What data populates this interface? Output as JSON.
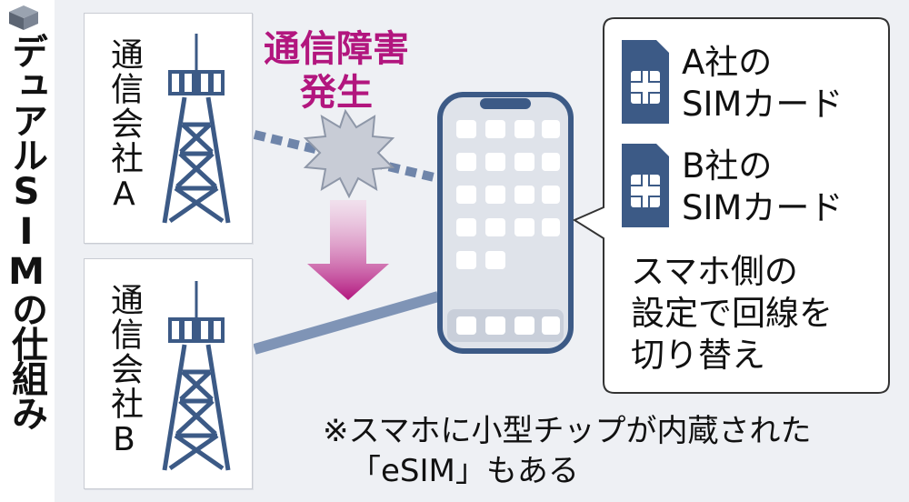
{
  "title": "デュアルSIMの仕組み",
  "carriers": [
    {
      "label": "通信会社A"
    },
    {
      "label": "通信会社B"
    }
  ],
  "outage": {
    "line1": "通信障害",
    "line2": "発生"
  },
  "sim_cards": [
    {
      "line1": "A社の",
      "line2": "SIMカード"
    },
    {
      "line1": "B社の",
      "line2": "SIMカード"
    }
  ],
  "switch_note": {
    "line1": "スマホ側の",
    "line2": "設定で回線を",
    "line3": "切り替え"
  },
  "footnote": {
    "line1": "※スマホに小型チップが内蔵された",
    "line2": "「eSIM」もある"
  },
  "colors": {
    "navy": "#3c5a86",
    "accent": "#b2167e",
    "panel": "#eef0f4",
    "line": "#7f94b6"
  }
}
